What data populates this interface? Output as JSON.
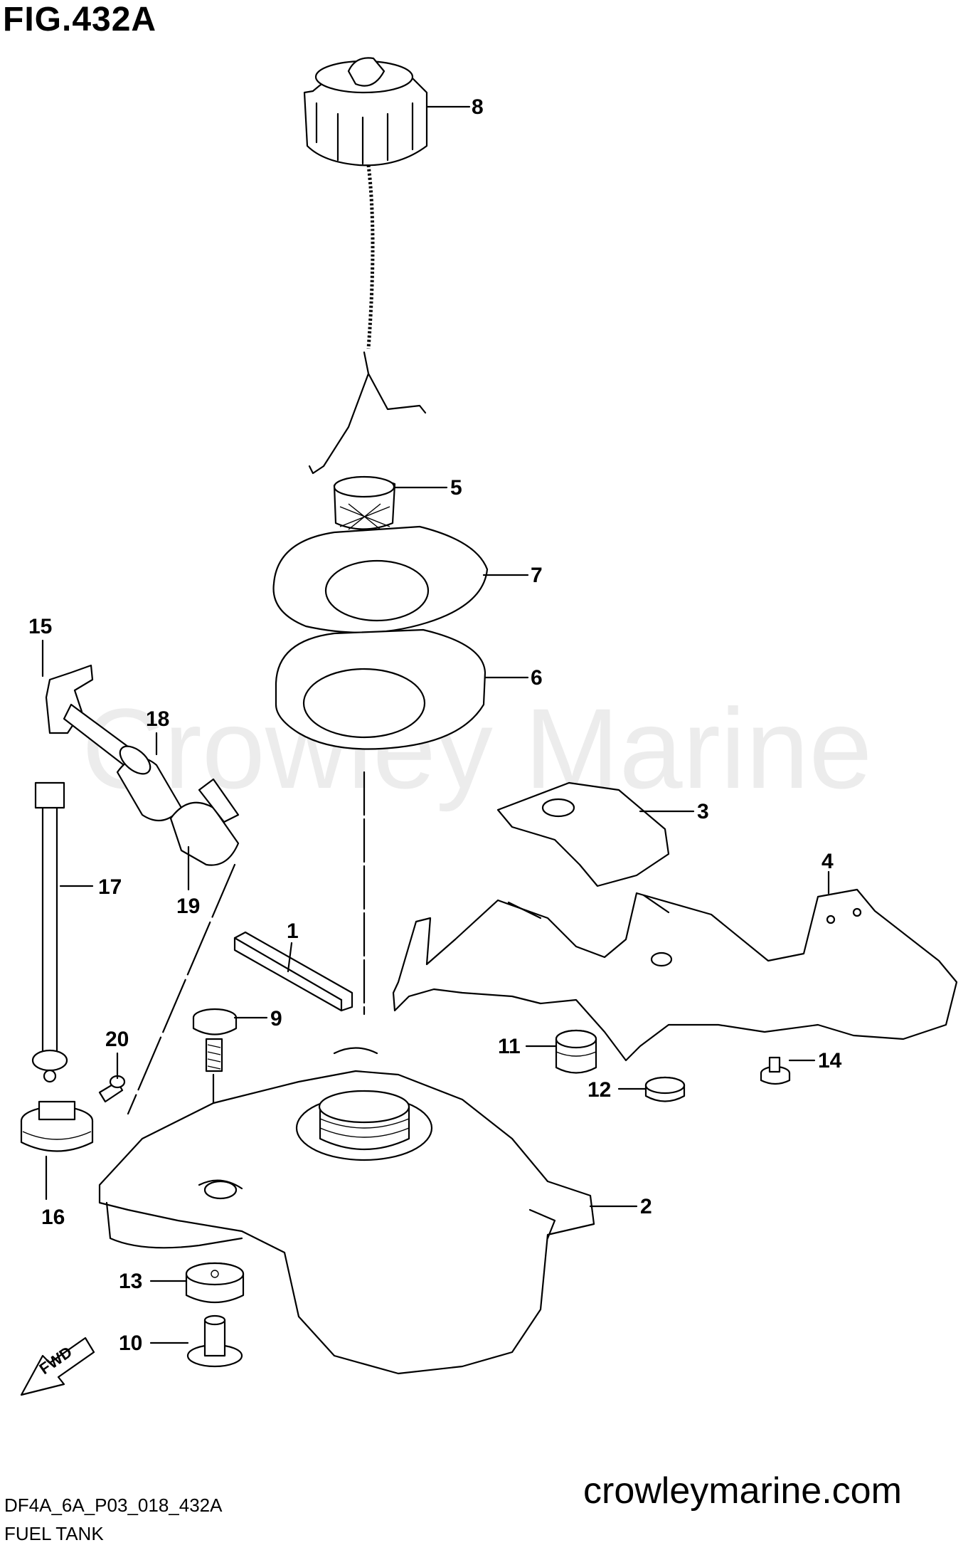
{
  "figure": {
    "title": "FIG.432A",
    "code": "DF4A_6A_P03_018_432A",
    "caption": "FUEL TANK",
    "website": "crowleymarine.com",
    "watermark": "Crowley Marine",
    "fwd_label": "FWD"
  },
  "callouts": [
    "1",
    "2",
    "3",
    "4",
    "5",
    "6",
    "7",
    "8",
    "9",
    "10",
    "11",
    "12",
    "13",
    "14",
    "15",
    "16",
    "17",
    "18",
    "19",
    "20"
  ]
}
